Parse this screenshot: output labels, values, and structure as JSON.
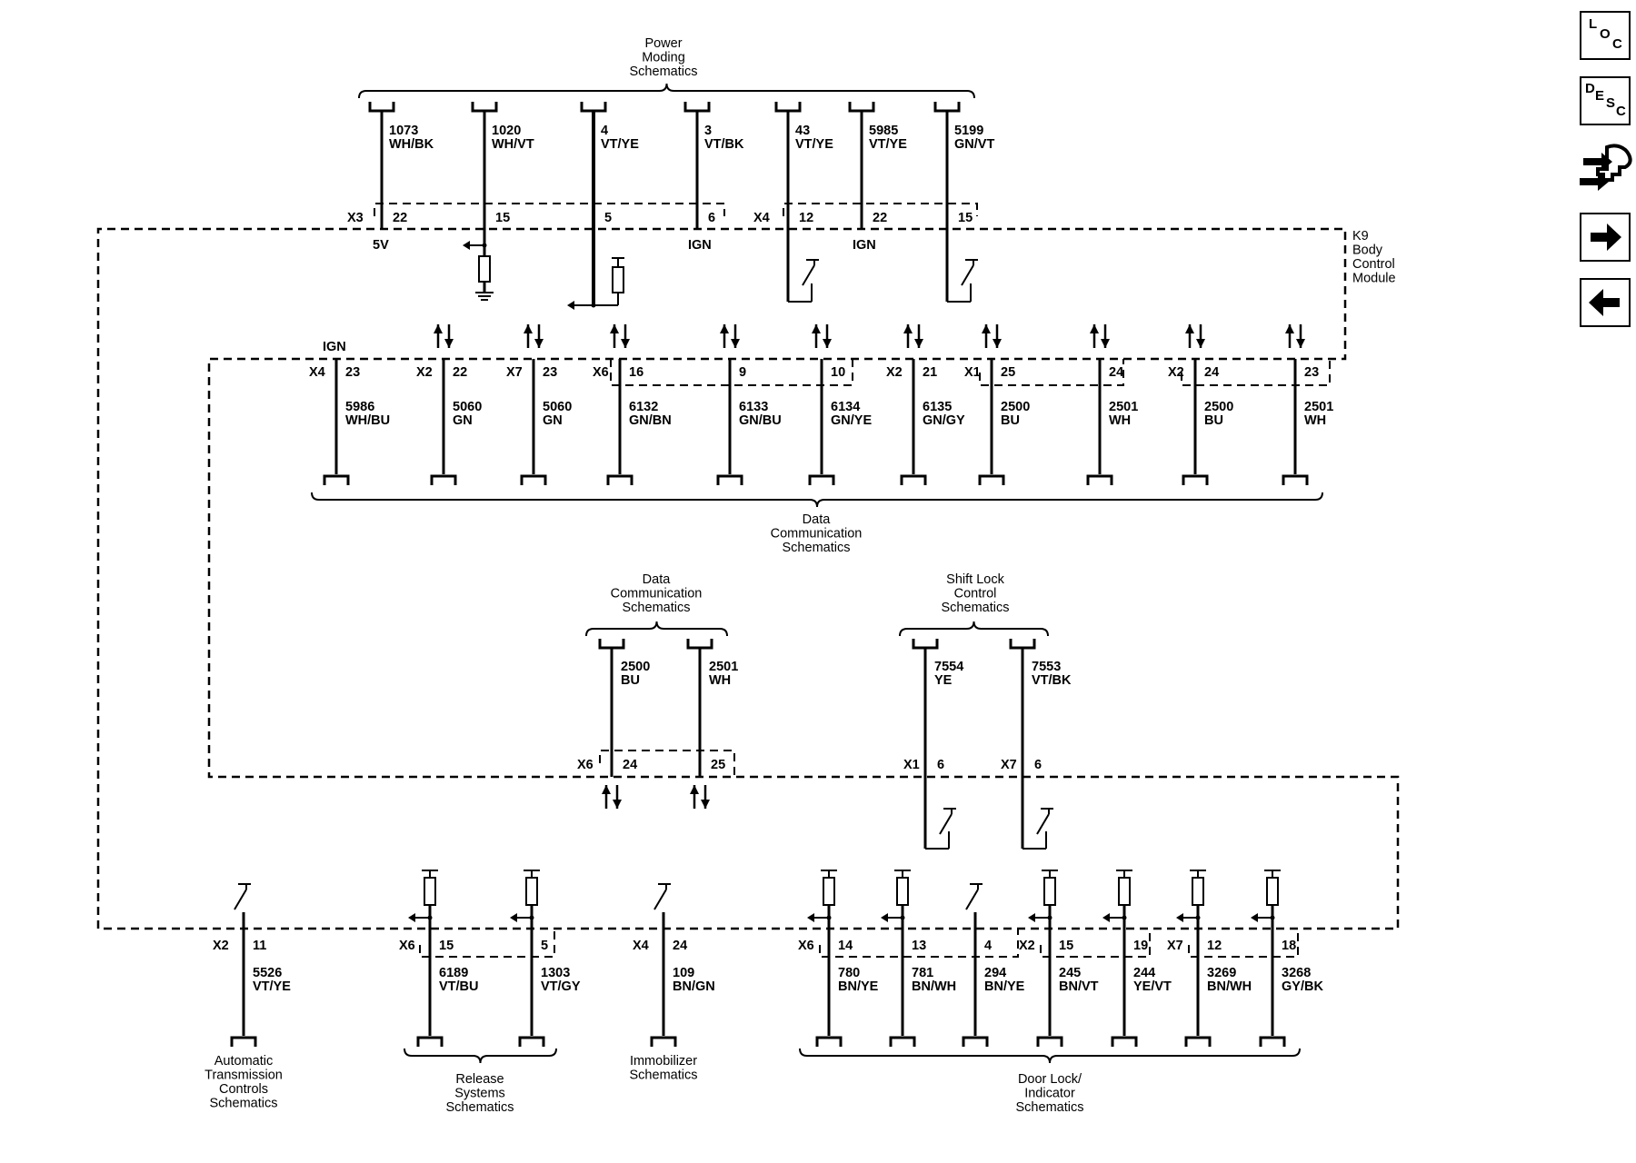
{
  "title": "Power Moding Schematics",
  "module": [
    "K9",
    "Body",
    "Control",
    "Module"
  ],
  "top_wires": [
    {
      "circuit": "1073",
      "color": "WH/BK",
      "conn": "X3",
      "pin": "22",
      "note": "5V"
    },
    {
      "circuit": "1020",
      "color": "WH/VT",
      "conn": "",
      "pin": "15",
      "note": ""
    },
    {
      "circuit": "4",
      "color": "VT/YE",
      "conn": "",
      "pin": "5",
      "note": ""
    },
    {
      "circuit": "3",
      "color": "VT/BK",
      "conn": "",
      "pin": "6",
      "note": "IGN"
    },
    {
      "circuit": "43",
      "color": "VT/YE",
      "conn": "X4",
      "pin": "12",
      "note": ""
    },
    {
      "circuit": "5985",
      "color": "VT/YE",
      "conn": "",
      "pin": "22",
      "note": "IGN"
    },
    {
      "circuit": "5199",
      "color": "GN/VT",
      "conn": "",
      "pin": "15",
      "note": ""
    }
  ],
  "data_wires": [
    {
      "conn": "X4",
      "pin": "23",
      "circuit": "5986",
      "color": "WH/BU"
    },
    {
      "conn": "X2",
      "pin": "22",
      "circuit": "5060",
      "color": "GN"
    },
    {
      "conn": "X7",
      "pin": "23",
      "circuit": "5060",
      "color": "GN"
    },
    {
      "conn": "X6",
      "pin": "16",
      "circuit": "6132",
      "color": "GN/BN"
    },
    {
      "conn": "",
      "pin": "9",
      "circuit": "6133",
      "color": "GN/BU"
    },
    {
      "conn": "",
      "pin": "10",
      "circuit": "6134",
      "color": "GN/YE"
    },
    {
      "conn": "X2",
      "pin": "21",
      "circuit": "6135",
      "color": "GN/GY"
    },
    {
      "conn": "X1",
      "pin": "25",
      "circuit": "2500",
      "color": "BU"
    },
    {
      "conn": "",
      "pin": "24",
      "circuit": "2501",
      "color": "WH"
    },
    {
      "conn": "X2",
      "pin": "24",
      "circuit": "2500",
      "color": "BU"
    },
    {
      "conn": "",
      "pin": "23",
      "circuit": "2501",
      "color": "WH"
    }
  ],
  "data_ign_label": "IGN",
  "data_caption": [
    "Data",
    "Communication",
    "Schematics"
  ],
  "mid_dc_caption": [
    "Data",
    "Communication",
    "Schematics"
  ],
  "mid_dc_wires": [
    {
      "conn": "X6",
      "pin": "24",
      "circuit": "2500",
      "color": "BU"
    },
    {
      "conn": "",
      "pin": "25",
      "circuit": "2501",
      "color": "WH"
    }
  ],
  "shift_caption": [
    "Shift Lock",
    "Control",
    "Schematics"
  ],
  "shift_wires": [
    {
      "conn": "X1",
      "pin": "6",
      "circuit": "7554",
      "color": "YE"
    },
    {
      "conn": "X7",
      "pin": "6",
      "circuit": "7553",
      "color": "VT/BK"
    }
  ],
  "bottom_wires": [
    {
      "conn": "X2",
      "pin": "11",
      "circuit": "5526",
      "color": "VT/YE"
    },
    {
      "conn": "X6",
      "pin": "15",
      "circuit": "6189",
      "color": "VT/BU"
    },
    {
      "conn": "",
      "pin": "5",
      "circuit": "1303",
      "color": "VT/GY"
    },
    {
      "conn": "X4",
      "pin": "24",
      "circuit": "109",
      "color": "BN/GN"
    },
    {
      "conn": "X6",
      "pin": "14",
      "circuit": "780",
      "color": "BN/YE"
    },
    {
      "conn": "",
      "pin": "13",
      "circuit": "781",
      "color": "BN/WH"
    },
    {
      "conn": "",
      "pin": "4",
      "circuit": "294",
      "color": "BN/YE"
    },
    {
      "conn": "X2",
      "pin": "15",
      "circuit": "245",
      "color": "BN/VT"
    },
    {
      "conn": "",
      "pin": "19",
      "circuit": "244",
      "color": "YE/VT"
    },
    {
      "conn": "X7",
      "pin": "12",
      "circuit": "3269",
      "color": "BN/WH"
    },
    {
      "conn": "",
      "pin": "18",
      "circuit": "3268",
      "color": "GY/BK"
    }
  ],
  "bottom_captions": {
    "atc": [
      "Automatic",
      "Transmission",
      "Controls",
      "Schematics"
    ],
    "release": [
      "Release",
      "Systems",
      "Schematics"
    ],
    "immo": [
      "Immobilizer",
      "Schematics"
    ],
    "door": [
      "Door Lock/",
      "Indicator",
      "Schematics"
    ]
  },
  "nav": {
    "loc": [
      "L",
      "O",
      "C"
    ],
    "desc": [
      "D",
      "E",
      "S",
      "C"
    ],
    "icons": [
      "connector-tool-icon",
      "next-arrow-icon",
      "previous-arrow-icon"
    ]
  }
}
